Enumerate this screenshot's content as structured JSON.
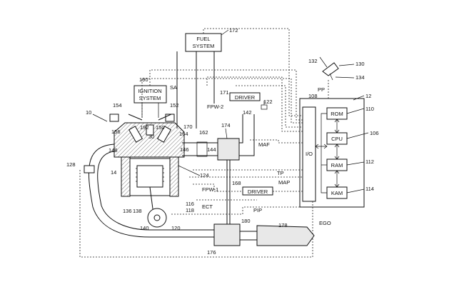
{
  "labels": {
    "fuel_system": [
      "FUEL",
      "SYSTEM"
    ],
    "ignition_system": [
      "IGNITION",
      "SYSTEM"
    ],
    "driver_top": "DRIVER",
    "driver_bottom": "DRIVER",
    "io": "I/O",
    "rom": "ROM",
    "cpu": "CPU",
    "ram": "RAM",
    "kam": "KAM"
  },
  "signals": {
    "sa": "SA",
    "pp": "PP",
    "fpw2": "FPW-2",
    "fpw1": "FPW-1",
    "maf": "MAF",
    "tp": "TP",
    "map": "MAP",
    "ect": "ECT",
    "pip": "PIP",
    "ego": "EGO"
  },
  "refs": {
    "r10": "10",
    "r12": "12",
    "r14": "14",
    "r30": "30",
    "r106": "106",
    "r108": "108",
    "r110": "110",
    "r112": "112",
    "r114": "114",
    "r116": "116",
    "r118": "118",
    "r120": "120",
    "r122": "122",
    "r124": "124",
    "r128": "128",
    "r130": "130",
    "r132": "132",
    "r134": "134",
    "r136": "136",
    "r138": "138",
    "r140": "140",
    "r142": "142",
    "r144": "144",
    "r146": "146",
    "r148": "148",
    "r150": "150",
    "r152": "152",
    "r154": "154",
    "r156": "156",
    "r162": "162",
    "r164": "164",
    "r168": "168",
    "r170": "170",
    "r171": "171",
    "r172": "172",
    "r174": "174",
    "r176": "176",
    "r178": "178",
    "r180": "180",
    "r190": "190",
    "r192": "192"
  }
}
